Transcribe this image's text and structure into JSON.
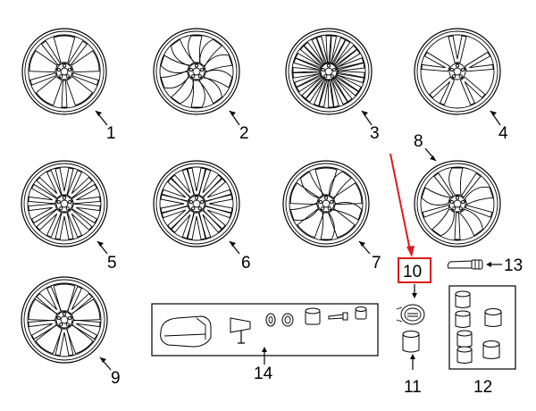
{
  "diagram": {
    "callouts": [
      "1",
      "2",
      "3",
      "4",
      "5",
      "6",
      "7",
      "8",
      "9",
      "10",
      "11",
      "12",
      "13",
      "14"
    ],
    "highlighted_callout": "10",
    "highlight_color": "#e01b1b"
  },
  "icons": {
    "wheel": "wheel-rim-icon",
    "tpms_sensor": "tpms-sensor-icon",
    "center_cap": "center-cap-icon",
    "lug_nut": "lug-nut-icon",
    "valve_stem": "valve-stem-icon",
    "lock_set": "wheel-lock-icon"
  }
}
